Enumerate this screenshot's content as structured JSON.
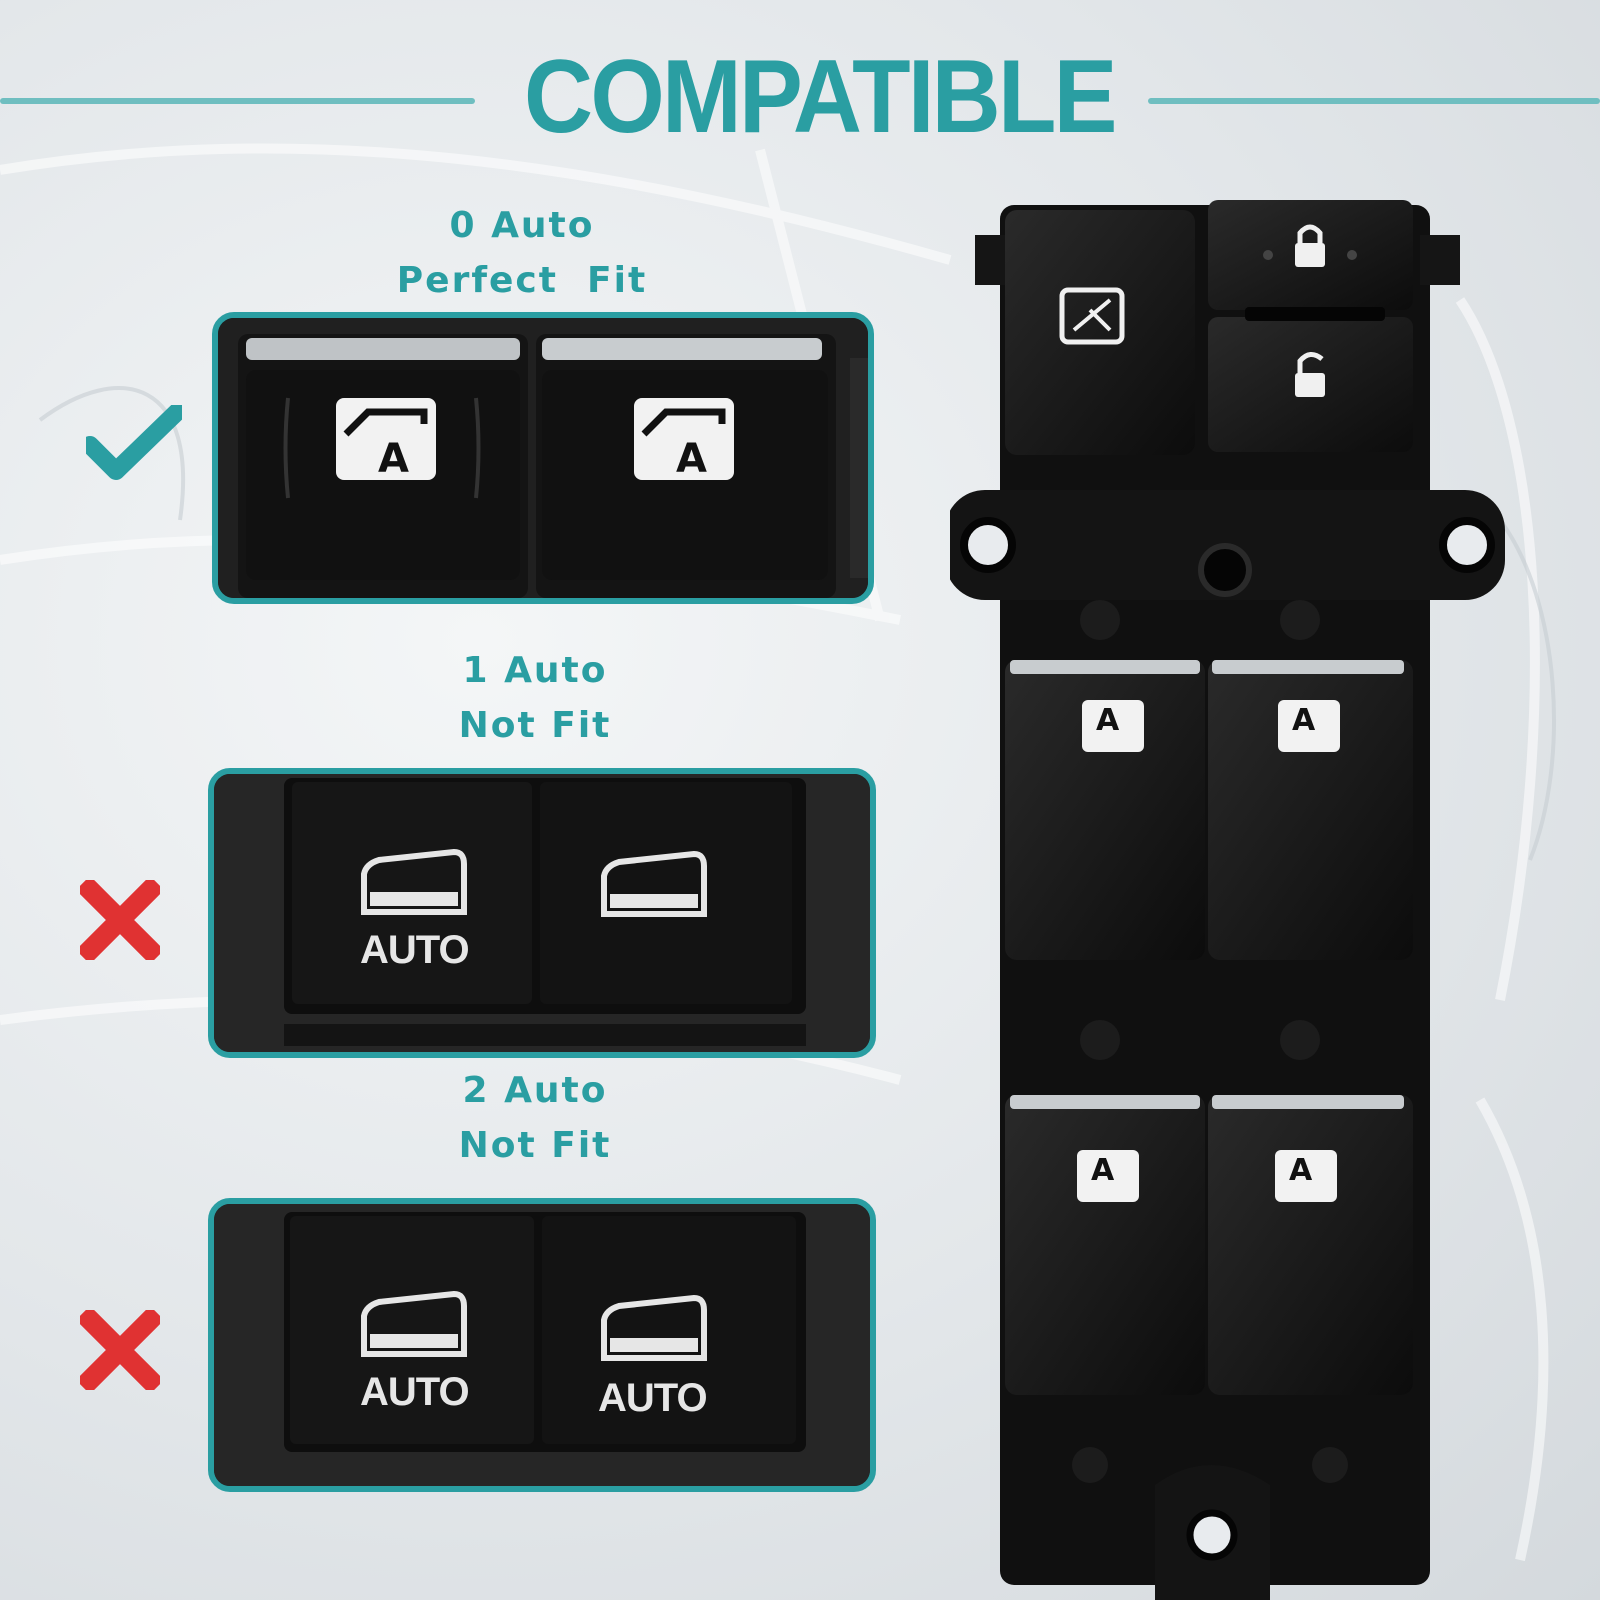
{
  "header": {
    "title": "COMPATIBLE"
  },
  "options": [
    {
      "line1": "0 Auto",
      "line2": "Perfect  Fit",
      "status": "fit",
      "keycap_labels": []
    },
    {
      "line1": "1 Auto",
      "line2": "Not Fit",
      "status": "not-fit",
      "keycap_labels": [
        "AUTO"
      ]
    },
    {
      "line1": "2 Auto",
      "line2": "Not Fit",
      "status": "not-fit",
      "keycap_labels": [
        "AUTO",
        "AUTO"
      ]
    }
  ],
  "colors": {
    "accent": "#2a9ea2",
    "reject": "#e03232",
    "panel": "#1c1c1c"
  },
  "icons": {
    "fit": "checkmark-icon",
    "not_fit": "cross-icon"
  }
}
